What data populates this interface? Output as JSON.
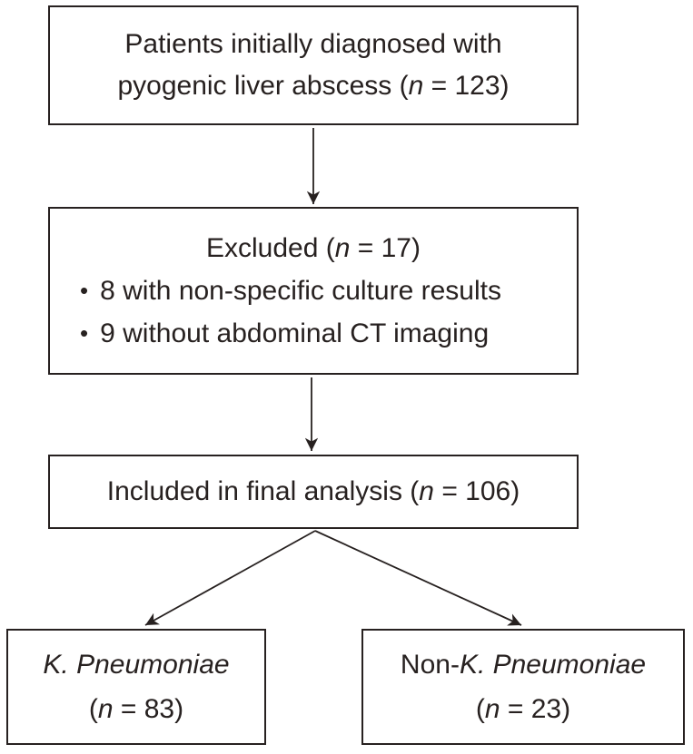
{
  "colors": {
    "ink": "#272120",
    "background": "#ffffff"
  },
  "glyphs": {
    "bullet": "•"
  },
  "boxes": {
    "initial": {
      "lines": [
        {
          "a": "c",
          "s": [
            {
              "t": "Patients initially diagnosed with"
            }
          ]
        },
        {
          "a": "c",
          "s": [
            {
              "t": "pyogenic liver abscess ("
            },
            {
              "t": "n",
              "i": true
            },
            {
              "t": " = 123)"
            }
          ]
        }
      ]
    },
    "excluded": {
      "lines": [
        {
          "a": "c",
          "s": [
            {
              "t": "Excluded ("
            },
            {
              "t": "n",
              "i": true
            },
            {
              "t": " = 17)"
            }
          ]
        },
        {
          "a": "l",
          "bullet": true,
          "s": [
            {
              "t": "8 with non-specific culture results"
            }
          ]
        },
        {
          "a": "l",
          "bullet": true,
          "s": [
            {
              "t": "9 without abdominal CT imaging"
            }
          ]
        }
      ]
    },
    "included": {
      "lines": [
        {
          "a": "c",
          "s": [
            {
              "t": "Included in final analysis ("
            },
            {
              "t": "n",
              "i": true
            },
            {
              "t": " = 106)"
            }
          ]
        }
      ]
    },
    "kp": {
      "lines": [
        {
          "a": "c",
          "s": [
            {
              "t": "K. Pneumoniae",
              "i": true
            }
          ]
        },
        {
          "a": "c",
          "s": [
            {
              "t": "("
            },
            {
              "t": "n",
              "i": true
            },
            {
              "t": " = 83)"
            }
          ]
        }
      ]
    },
    "non_kp": {
      "lines": [
        {
          "a": "c",
          "s": [
            {
              "t": "Non-"
            },
            {
              "t": "K. Pneumoniae",
              "i": true
            }
          ]
        },
        {
          "a": "c",
          "s": [
            {
              "t": "("
            },
            {
              "t": "n",
              "i": true
            },
            {
              "t": " = 23)"
            }
          ]
        }
      ]
    }
  },
  "edges": [
    {
      "from": "initial",
      "to": "excluded"
    },
    {
      "from": "excluded",
      "to": "included"
    },
    {
      "from": "included",
      "to": "kp"
    },
    {
      "from": "included",
      "to": "non_kp"
    }
  ],
  "counts": {
    "initially_diagnosed": 123,
    "excluded": 17,
    "excluded_non_specific_culture": 8,
    "excluded_no_abdominal_ct": 9,
    "included_final_analysis": 106,
    "k_pneumoniae": 83,
    "non_k_pneumoniae": 23
  }
}
